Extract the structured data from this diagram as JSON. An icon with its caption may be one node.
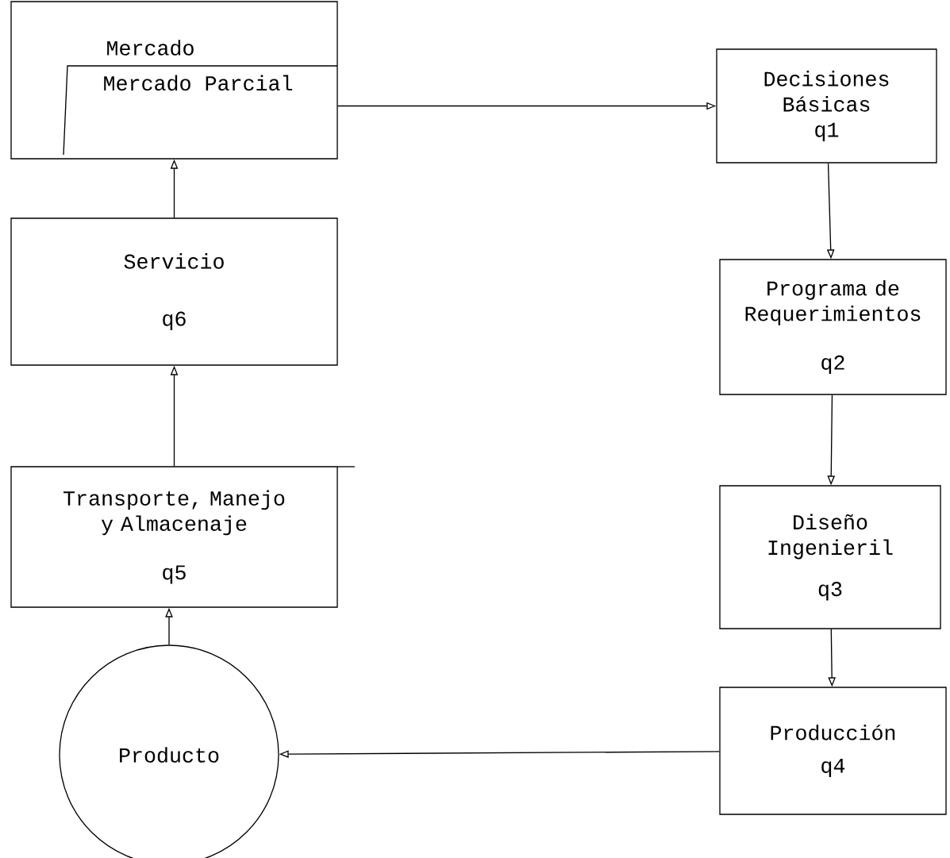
{
  "diagram": {
    "nodes": [
      {
        "text": [
          "Mercado"
        ]
      },
      {
        "text": [
          "Mercado Parcial"
        ],
        "in": 0
      },
      {
        "text": [
          "Decisiones Básicas",
          "q1"
        ]
      },
      {
        "text": [
          "Programa de Requerimientos",
          "q2"
        ]
      },
      {
        "text": [
          "Diseño Ingenieril",
          "q3"
        ]
      },
      {
        "text": [
          "Producción",
          "q4"
        ]
      },
      {
        "text": [
          "Producto"
        ]
      },
      {
        "text": [
          "Transporte, Manejo y Almacenaje",
          "q5"
        ]
      },
      {
        "text": [
          "Servicio",
          "q6"
        ]
      }
    ],
    "edges": [
      {
        "from": 0,
        "to": 2,
        "arrow": "to"
      },
      {
        "from": 2,
        "to": 3,
        "arrow": "to"
      },
      {
        "from": 3,
        "to": 4,
        "arrow": "to"
      },
      {
        "from": 4,
        "to": 5,
        "arrow": "to"
      },
      {
        "from": 5,
        "to": 6,
        "arrow": "to"
      },
      {
        "from": 6,
        "to": 7,
        "arrow": "to"
      },
      {
        "from": 7,
        "to": 8,
        "arrow": "to"
      },
      {
        "from": 8,
        "to": 0,
        "arrow": "to"
      }
    ]
  }
}
